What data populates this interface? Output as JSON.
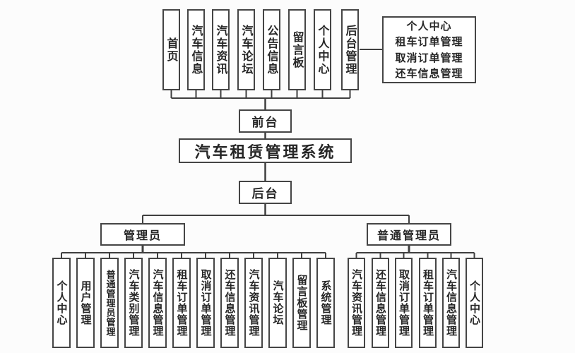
{
  "title": "汽车租赁管理系统",
  "frontend": {
    "label": "前台",
    "children": [
      "首页",
      "汽车信息",
      "汽车资讯",
      "汽车论坛",
      "公告信息",
      "留言板",
      "个人中心",
      "后台管理"
    ]
  },
  "backend": {
    "label": "后台"
  },
  "side_box": {
    "lines": [
      "个人中心",
      "租车订单管理",
      "取消订单管理",
      "还车信息管理"
    ]
  },
  "admin": {
    "label": "管理员",
    "children": [
      "个人中心",
      "用户管理",
      "普通管理员管理",
      "汽车类别管理",
      "汽车信息管理",
      "租车订单管理",
      "取消订单管理",
      "还车信息管理",
      "汽车资讯管理",
      "汽车论坛",
      "留言板管理",
      "系统管理"
    ]
  },
  "normal_admin": {
    "label": "普通管理员",
    "children": [
      "汽车资讯管理",
      "还车信息管理",
      "取消订单管理",
      "租车订单管理",
      "汽车信息管理",
      "个人中心"
    ]
  },
  "colors": {
    "line": "#3f3f3f",
    "border": "#454545",
    "text": "#262626",
    "box_fill": "#ffffff",
    "background": "#fcfcfc"
  }
}
